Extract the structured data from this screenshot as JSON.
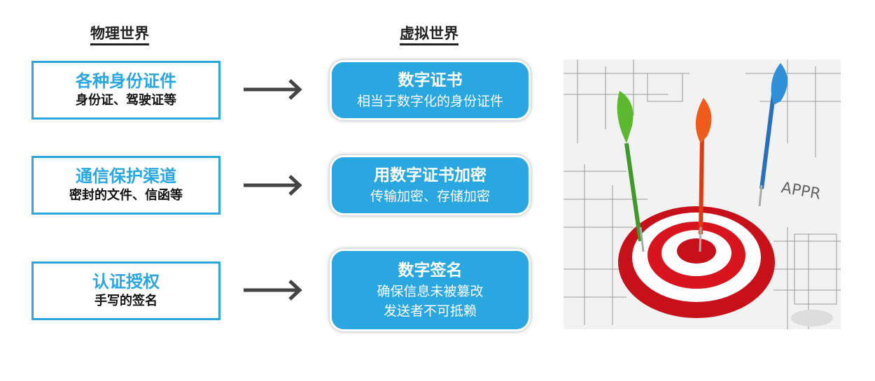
{
  "headers": {
    "physical": "物理世界",
    "virtual": "虚拟世界"
  },
  "rows": [
    {
      "physical_title": "各种身份证件",
      "physical_sub": "身份证、驾驶证等",
      "virtual_title": "数字证书",
      "virtual_lines": [
        "相当于数字化的身份证件"
      ]
    },
    {
      "physical_title": "通信保护渠道",
      "physical_sub": "密封的文件、信函等",
      "virtual_title": "用数字证书加密",
      "virtual_lines": [
        "传输加密、存储加密"
      ]
    },
    {
      "physical_title": "认证授权",
      "physical_sub": "手写的签名",
      "virtual_title": "数字签名",
      "virtual_lines": [
        "确保信息未被篡改",
        "发送者不可抵赖"
      ]
    }
  ],
  "image": {
    "sketch_text": "APPR"
  },
  "colors": {
    "accent": "#2aa6e0"
  }
}
